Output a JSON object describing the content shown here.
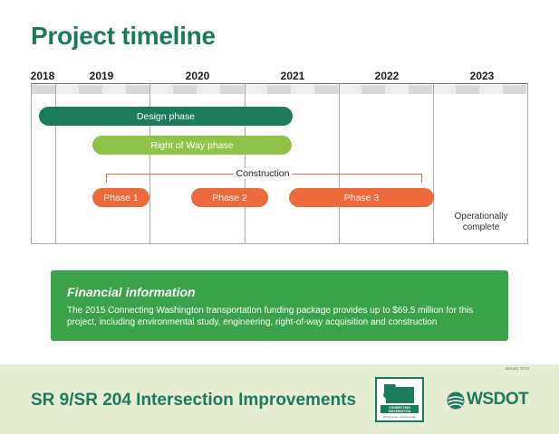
{
  "header": {
    "title": "Project timeline"
  },
  "timeline": {
    "years": [
      "2018",
      "2019",
      "2020",
      "2021",
      "2022",
      "2023"
    ],
    "bars": {
      "design": {
        "label": "Design phase"
      },
      "row": {
        "label": "Right of Way phase"
      },
      "phase1": {
        "label": "Phase 1"
      },
      "phase2": {
        "label": "Phase 2"
      },
      "phase3": {
        "label": "Phase 3"
      }
    },
    "construction_label": "Construction",
    "operational_label": "Operationally complete"
  },
  "financial": {
    "heading": "Financial information",
    "text": "The 2015 Connecting Washington transportation funding package provides up to $69.5 million for this project, including environmental study, engineering, right-of-way acquisition and construction"
  },
  "footer": {
    "date": "January 2019",
    "title": "SR 9/SR 204 Intersection Improvements",
    "cw_logo": {
      "line1": "CONNECTING",
      "line2": "WASHINGTON",
      "tagline": "Moving people. Growing goods."
    },
    "wsdot_logo": "WSDOT"
  },
  "colors": {
    "title_green": "#1a7a5a",
    "design": "#1a7a5a",
    "right_of_way": "#8dc447",
    "construction": "#ec6a3c",
    "finance_box": "#3aa34a",
    "footer_bg": "#e6eed2"
  }
}
